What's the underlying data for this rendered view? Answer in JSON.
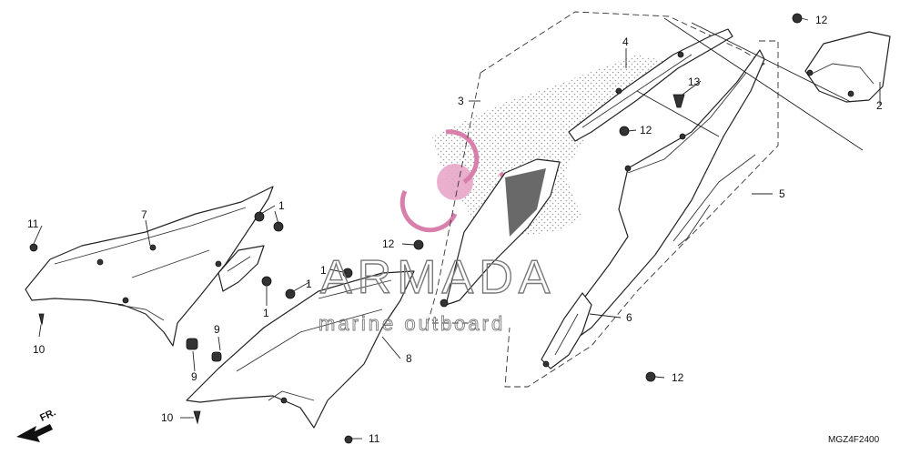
{
  "diagram": {
    "callouts": {
      "n1a": "1",
      "n1b": "1",
      "n1c": "1",
      "n1d": "1",
      "n2": "2",
      "n3": "3",
      "n4": "4",
      "n5": "5",
      "n6": "6",
      "n7": "7",
      "n8": "8",
      "n9a": "9",
      "n9b": "9",
      "n10a": "10",
      "n10b": "10",
      "n11a": "11",
      "n11b": "11",
      "n12a": "12",
      "n12b": "12",
      "n12c": "12",
      "n12d": "12",
      "n13": "13"
    },
    "diagram_code": "MGZ4F2400",
    "direction_label": "FR."
  },
  "watermark": {
    "title": "ARMADA",
    "subtitle": "marine outboard"
  },
  "colors": {
    "line": "#222222",
    "logo_pink": "#e8a6c6",
    "logo_pink_dark": "#d97fab",
    "watermark_gray": "#7a7a7a"
  }
}
